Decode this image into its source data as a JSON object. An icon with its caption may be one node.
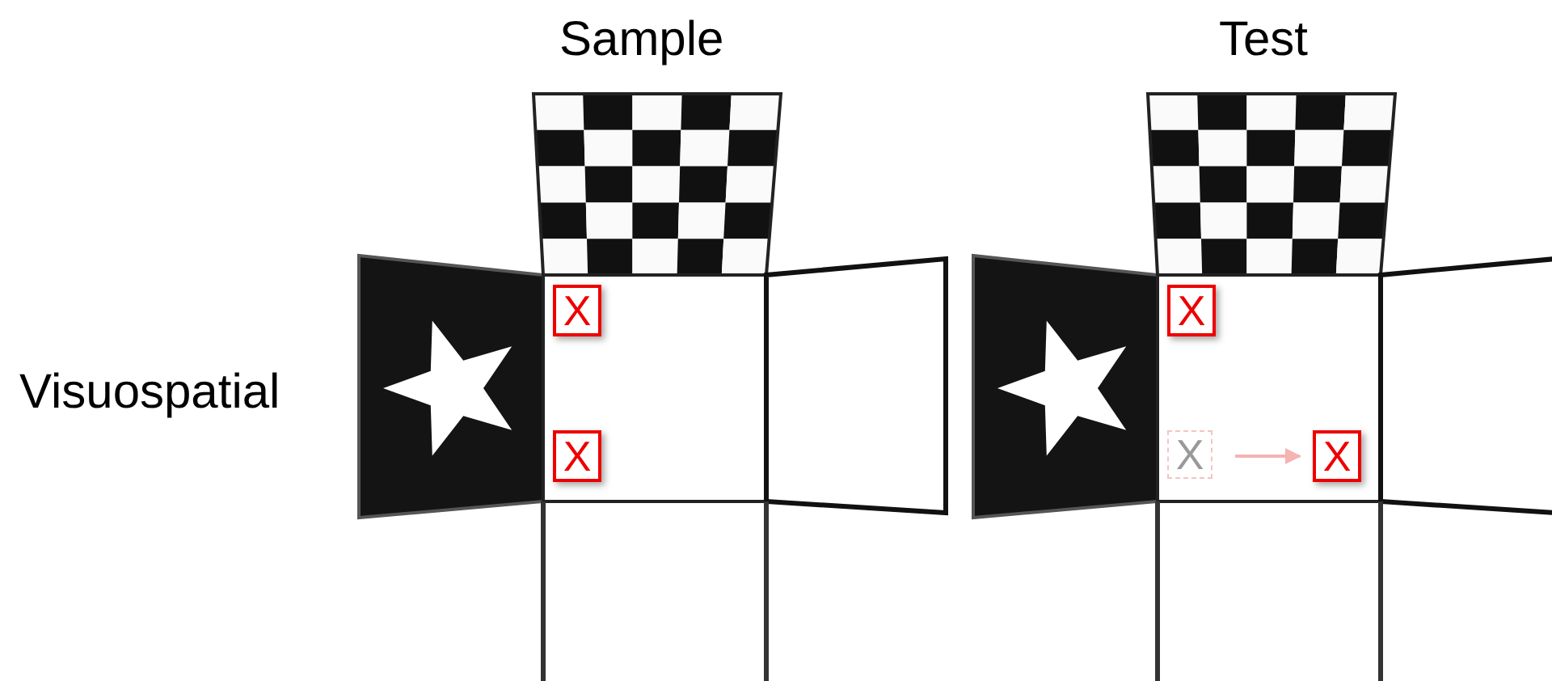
{
  "diagram": {
    "nodes": [
      {
        "text": [
          "X"
        ]
      },
      {
        "text": [
          "X"
        ]
      },
      {
        "text": [
          "X"
        ]
      },
      {
        "text": [
          "X"
        ]
      },
      {
        "text": [
          "X"
        ]
      }
    ],
    "edges": [
      {
        "from": 3,
        "to": 4,
        "arrow": "to",
        "color": "#f5b3b3"
      }
    ],
    "labels": [
      "Sample",
      "Test",
      "Visuospatial"
    ]
  }
}
